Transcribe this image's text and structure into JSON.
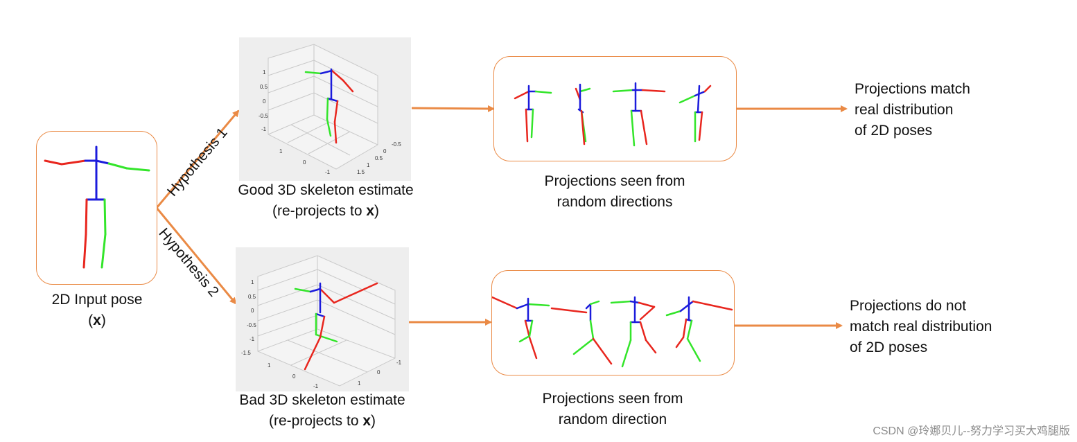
{
  "input": {
    "label_line1": "2D Input pose",
    "label_line2_pre": "(",
    "label_line2_bold": "x",
    "label_line2_post": ")"
  },
  "hypotheses": {
    "h1": "Hypothesis 1",
    "h2": "Hypothesis 2"
  },
  "good": {
    "caption_line1": "Good 3D skeleton estimate",
    "caption_line2_pre": "(re-projects to ",
    "caption_line2_bold": "x",
    "caption_line2_post": ")",
    "yticks": [
      "1",
      "0.5",
      "0",
      "-0.5",
      "-1"
    ],
    "xticks": [
      "1",
      "0",
      "-1"
    ],
    "zticks": [
      "-0.5",
      "0",
      "0.5",
      "1",
      "1.5"
    ]
  },
  "bad": {
    "caption_line1": "Bad 3D skeleton estimate",
    "caption_line2_pre": "(re-projects to ",
    "caption_line2_bold": "x",
    "caption_line2_post": ")",
    "yticks": [
      "1",
      "0.5",
      "0",
      "-0.5",
      "-1",
      "-1.5"
    ],
    "xticks": [
      "1",
      "0",
      "-1"
    ],
    "zticks": [
      "-1",
      "0",
      "1"
    ]
  },
  "projections_top": {
    "line1": "Projections seen from",
    "line2": "random directions"
  },
  "projections_bottom": {
    "line1": "Projections seen from",
    "line2": "random direction"
  },
  "result_top": {
    "line1": "Projections match",
    "line2": "real distribution",
    "line3": "of 2D poses"
  },
  "result_bottom": {
    "line1": "Projections do not",
    "line2": "match real distribution",
    "line3": "of 2D poses"
  },
  "watermark": "CSDN @玲娜贝儿--努力学习买大鸡腿版",
  "colors": {
    "arrow": "#ea8a45",
    "box_border": "#ea8a45",
    "limb_red": "#e8261e",
    "limb_green": "#33e52a",
    "spine_blue": "#1b1bdc"
  }
}
